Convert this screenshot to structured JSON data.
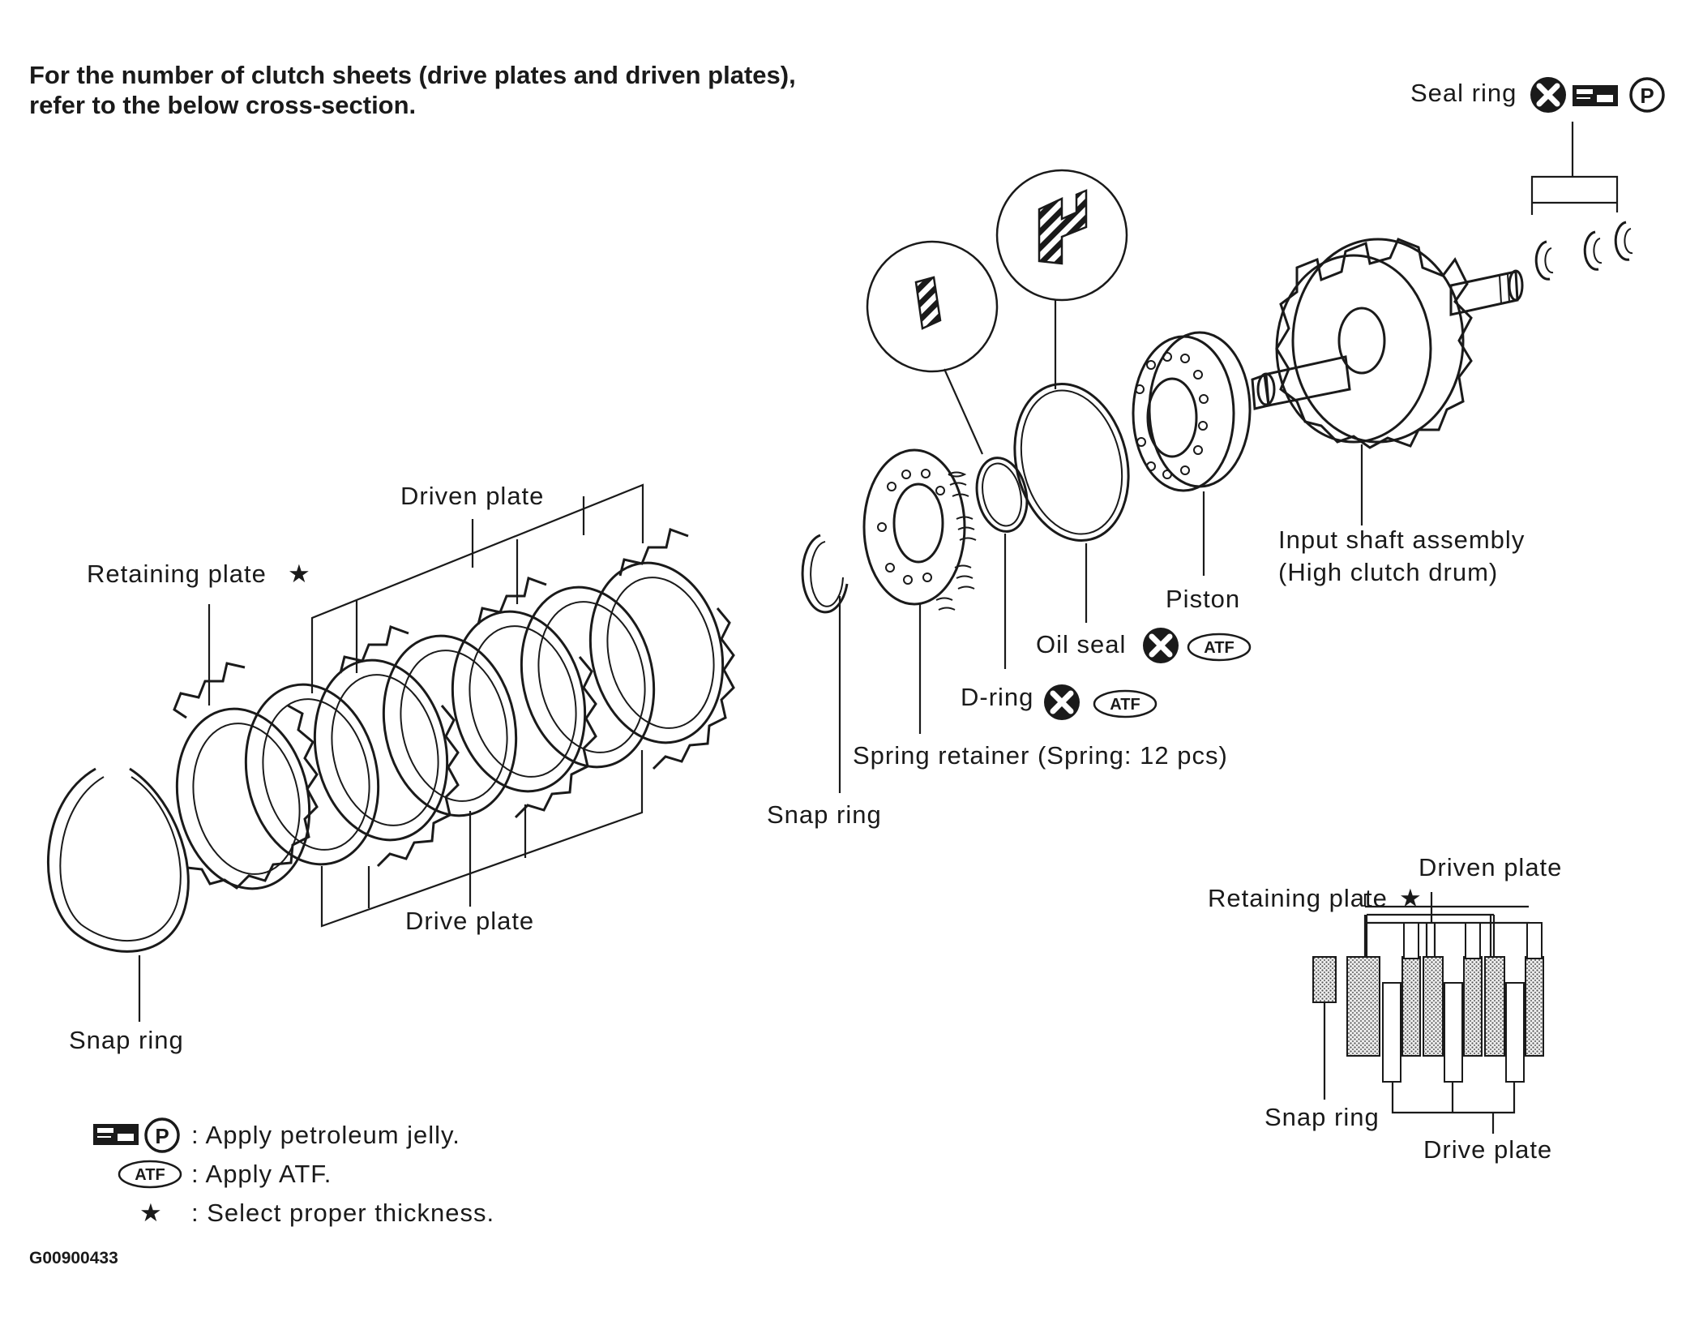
{
  "header": {
    "line1": "For the number of clutch sheets (drive plates and driven plates),",
    "line2": "refer to the below cross-section."
  },
  "labels": {
    "seal_ring": "Seal ring",
    "driven_plate": "Driven plate",
    "retaining_plate": "Retaining plate",
    "drive_plate": "Drive plate",
    "snap_ring_left": "Snap ring",
    "snap_ring_mid": "Snap ring",
    "spring_retainer": "Spring retainer (Spring: 12 pcs)",
    "d_ring": "D-ring",
    "oil_seal": "Oil seal",
    "piston": "Piston",
    "input_shaft_line1": "Input shaft assembly",
    "input_shaft_line2": "(High clutch drum)"
  },
  "cross_section": {
    "driven_plate": "Driven plate",
    "retaining_plate": "Retaining plate",
    "snap_ring": "Snap ring",
    "drive_plate": "Drive plate"
  },
  "legend": {
    "petroleum_jelly": ": Apply petroleum jelly.",
    "atf": ": Apply ATF.",
    "thickness": ": Select proper thickness."
  },
  "symbols": {
    "star": "★",
    "atf": "ATF",
    "p": "P"
  },
  "figure_code": "G00900433"
}
